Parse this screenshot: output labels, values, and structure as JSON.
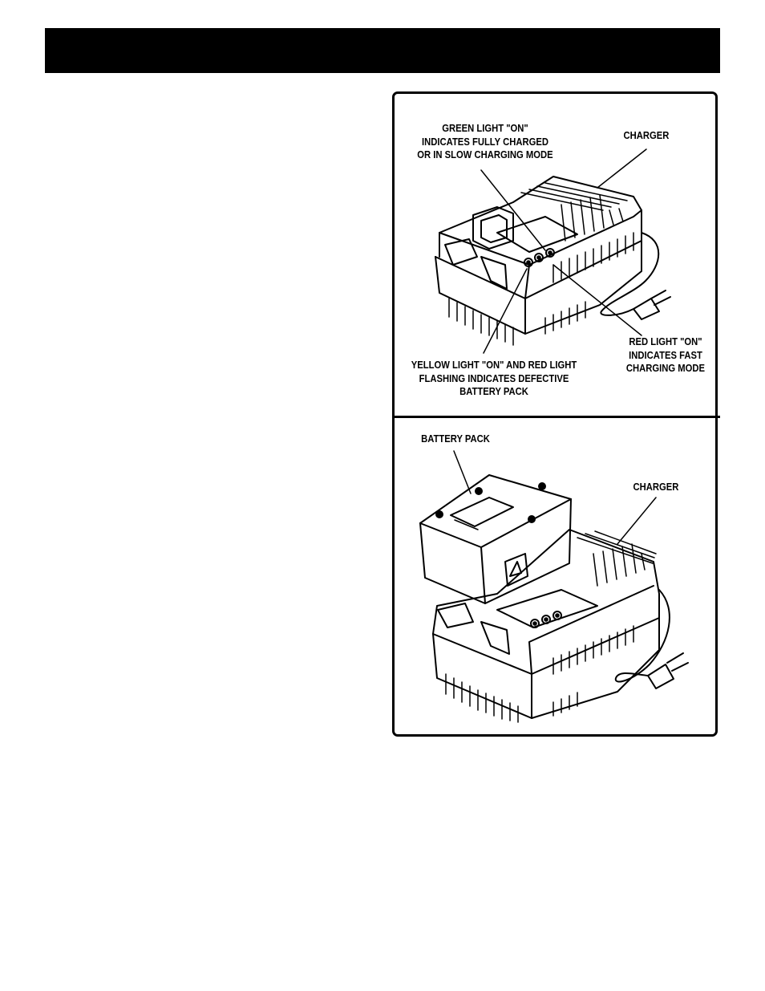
{
  "top_figure": {
    "callouts": {
      "green_light": "GREEN LIGHT \"ON\"\nINDICATES FULLY CHARGED\nOR IN SLOW CHARGING MODE",
      "charger": "CHARGER",
      "red_light": "RED LIGHT \"ON\"\nINDICATES FAST\nCHARGING MODE",
      "yellow_light": "YELLOW LIGHT \"ON\" AND RED LIGHT\nFLASHING  INDICATES DEFECTIVE\nBATTERY PACK"
    }
  },
  "bottom_figure": {
    "callouts": {
      "battery_pack": "BATTERY PACK",
      "charger": "CHARGER"
    }
  }
}
